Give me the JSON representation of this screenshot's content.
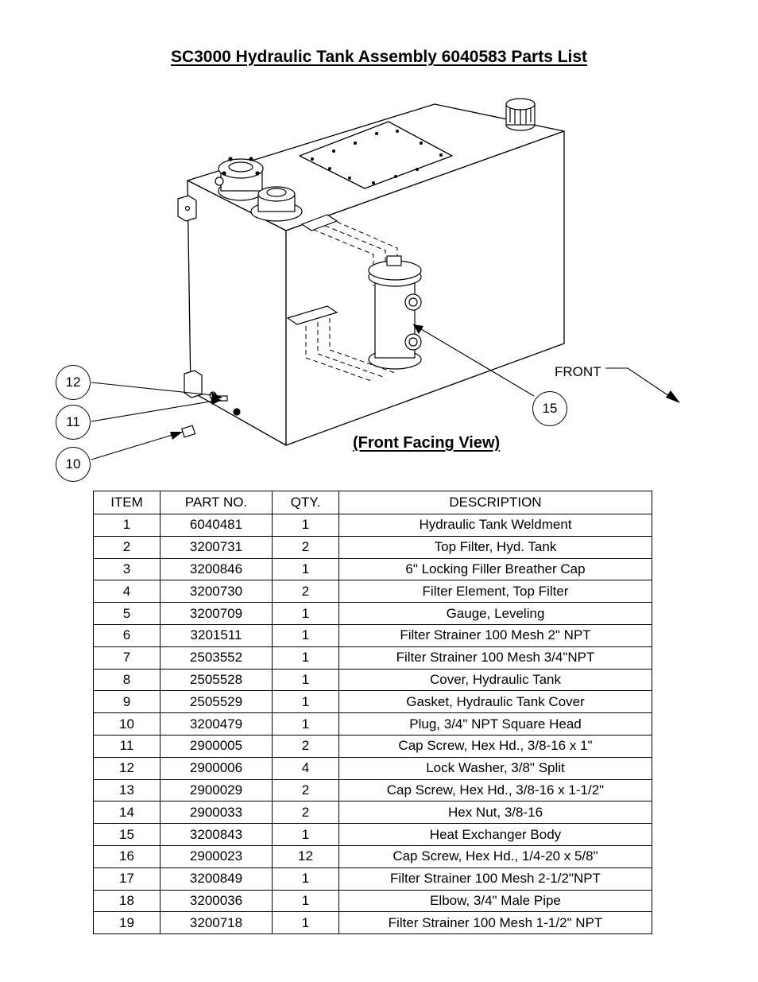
{
  "title": "SC3000 Hydraulic Tank Assembly 6040583 Parts List",
  "view_label": "(Front Facing View)",
  "front_label": "FRONT",
  "callouts": [
    "12",
    "11",
    "10",
    "15"
  ],
  "table": {
    "headers": [
      "ITEM",
      "PART NO.",
      "QTY.",
      "DESCRIPTION"
    ],
    "rows": [
      [
        "1",
        "6040481",
        "1",
        "Hydraulic Tank Weldment"
      ],
      [
        "2",
        "3200731",
        "2",
        "Top Filter, Hyd. Tank"
      ],
      [
        "3",
        "3200846",
        "1",
        "6\" Locking Filler Breather Cap"
      ],
      [
        "4",
        "3200730",
        "2",
        "Filter Element, Top Filter"
      ],
      [
        "5",
        "3200709",
        "1",
        "Gauge, Leveling"
      ],
      [
        "6",
        "3201511",
        "1",
        "Filter Strainer 100 Mesh 2\" NPT"
      ],
      [
        "7",
        "2503552",
        "1",
        "Filter Strainer 100 Mesh 3/4\"NPT"
      ],
      [
        "8",
        "2505528",
        "1",
        "Cover, Hydraulic Tank"
      ],
      [
        "9",
        "2505529",
        "1",
        "Gasket, Hydraulic Tank Cover"
      ],
      [
        "10",
        "3200479",
        "1",
        "Plug, 3/4\" NPT Square Head"
      ],
      [
        "11",
        "2900005",
        "2",
        "Cap Screw, Hex Hd., 3/8-16 x 1\""
      ],
      [
        "12",
        "2900006",
        "4",
        "Lock Washer, 3/8\" Split"
      ],
      [
        "13",
        "2900029",
        "2",
        "Cap Screw, Hex Hd., 3/8-16 x 1-1/2\""
      ],
      [
        "14",
        "2900033",
        "2",
        "Hex Nut, 3/8-16"
      ],
      [
        "15",
        "3200843",
        "1",
        "Heat Exchanger Body"
      ],
      [
        "16",
        "2900023",
        "12",
        "Cap Screw, Hex Hd., 1/4-20 x 5/8\""
      ],
      [
        "17",
        "3200849",
        "1",
        "Filter Strainer 100 Mesh 2-1/2\"NPT"
      ],
      [
        "18",
        "3200036",
        "1",
        "Elbow, 3/4\" Male Pipe"
      ],
      [
        "19",
        "3200718",
        "1",
        "Filter Strainer 100 Mesh 1-1/2\" NPT"
      ]
    ]
  }
}
